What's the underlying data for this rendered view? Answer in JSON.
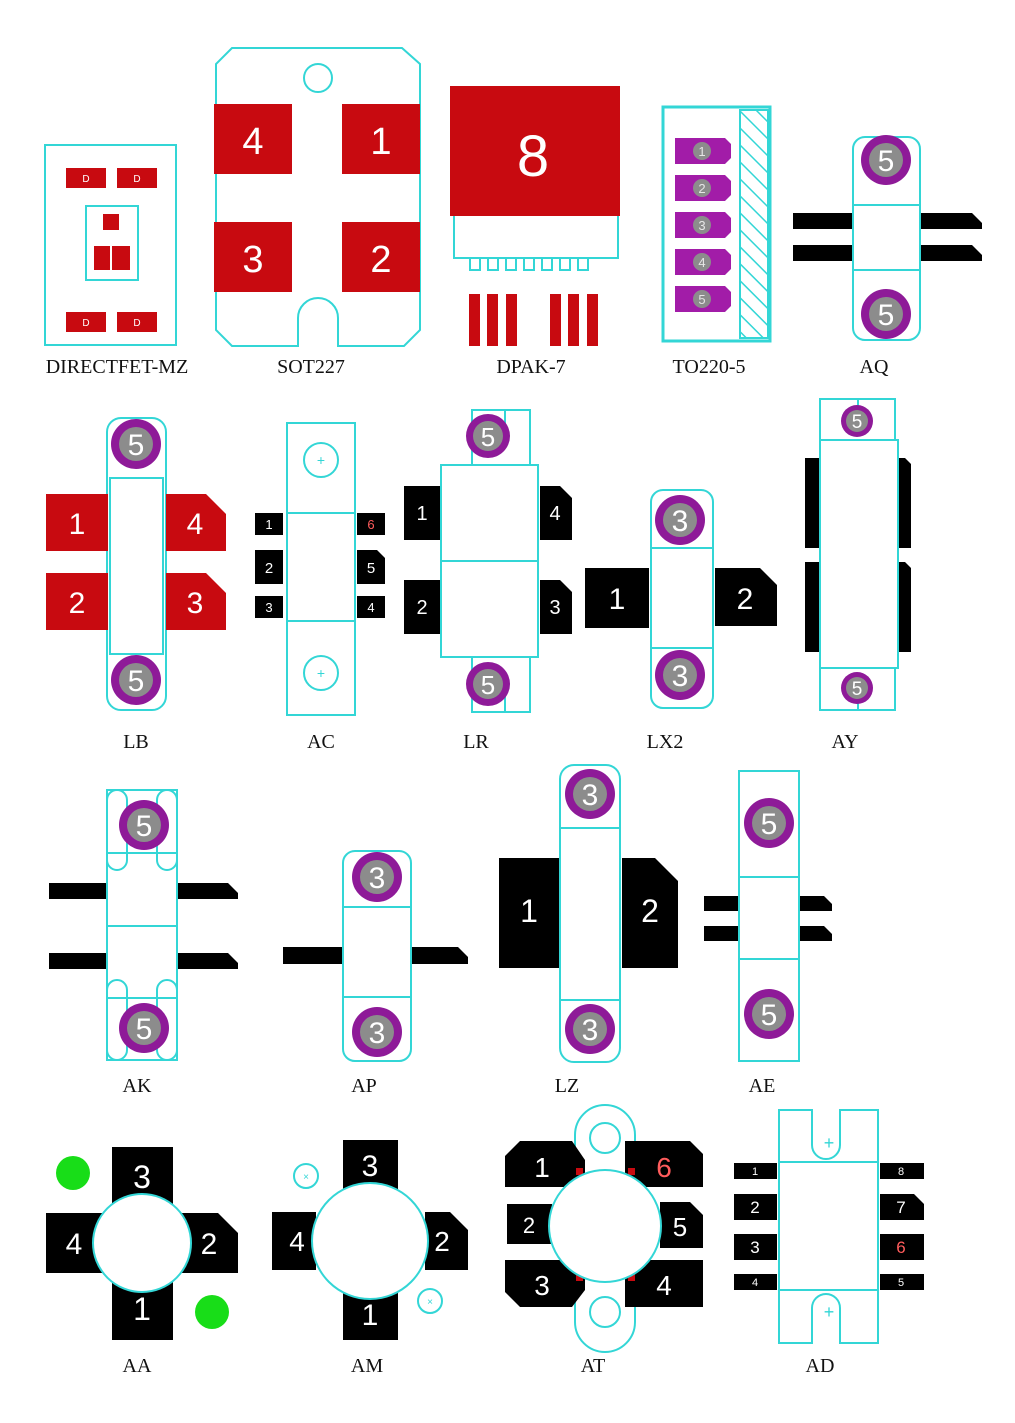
{
  "colors": {
    "outline": "#33d6d6",
    "red_pad": "#c80a10",
    "black_pad": "#000000",
    "via_ring": "#8e1a98",
    "via_core": "#8c8c8c",
    "green_dot": "#18dd18",
    "to220_pad": "#a21ca8"
  },
  "packages": [
    {
      "id": "directfet-mz",
      "label": "DIRECTFET-MZ",
      "pins": [
        "D",
        "D",
        "D",
        "D"
      ]
    },
    {
      "id": "sot227",
      "label": "SOT227",
      "pins": [
        "4",
        "1",
        "3",
        "2"
      ]
    },
    {
      "id": "dpak-7",
      "label": "DPAK-7",
      "pins": [
        "8"
      ]
    },
    {
      "id": "to220-5",
      "label": "TO220-5",
      "pins": [
        "1",
        "2",
        "3",
        "4",
        "5"
      ]
    },
    {
      "id": "aq",
      "label": "AQ",
      "pins": [
        "5",
        "5"
      ]
    },
    {
      "id": "lb",
      "label": "LB",
      "pins": [
        "5",
        "1",
        "4",
        "2",
        "3",
        "5"
      ]
    },
    {
      "id": "ac",
      "label": "AC",
      "pins": [
        "1",
        "6",
        "2",
        "5",
        "3",
        "4"
      ]
    },
    {
      "id": "lr",
      "label": "LR",
      "pins": [
        "5",
        "1",
        "4",
        "2",
        "3",
        "5"
      ]
    },
    {
      "id": "lx2",
      "label": "LX2",
      "pins": [
        "3",
        "1",
        "2",
        "3"
      ]
    },
    {
      "id": "ay",
      "label": "AY",
      "pins": [
        "5",
        "5"
      ]
    },
    {
      "id": "ak",
      "label": "AK",
      "pins": [
        "5",
        "5"
      ]
    },
    {
      "id": "ap",
      "label": "AP",
      "pins": [
        "3",
        "3"
      ]
    },
    {
      "id": "lz",
      "label": "LZ",
      "pins": [
        "3",
        "1",
        "2",
        "3"
      ]
    },
    {
      "id": "ae",
      "label": "AE",
      "pins": [
        "5",
        "5"
      ]
    },
    {
      "id": "aa",
      "label": "AA",
      "pins": [
        "3",
        "4",
        "2",
        "1"
      ]
    },
    {
      "id": "am",
      "label": "AM",
      "pins": [
        "3",
        "4",
        "2",
        "1"
      ]
    },
    {
      "id": "at",
      "label": "AT",
      "pins": [
        "1",
        "6",
        "2",
        "5",
        "3",
        "4"
      ]
    },
    {
      "id": "ad",
      "label": "AD",
      "pins": [
        "1",
        "8",
        "2",
        "7",
        "3",
        "6",
        "4",
        "5"
      ]
    }
  ]
}
